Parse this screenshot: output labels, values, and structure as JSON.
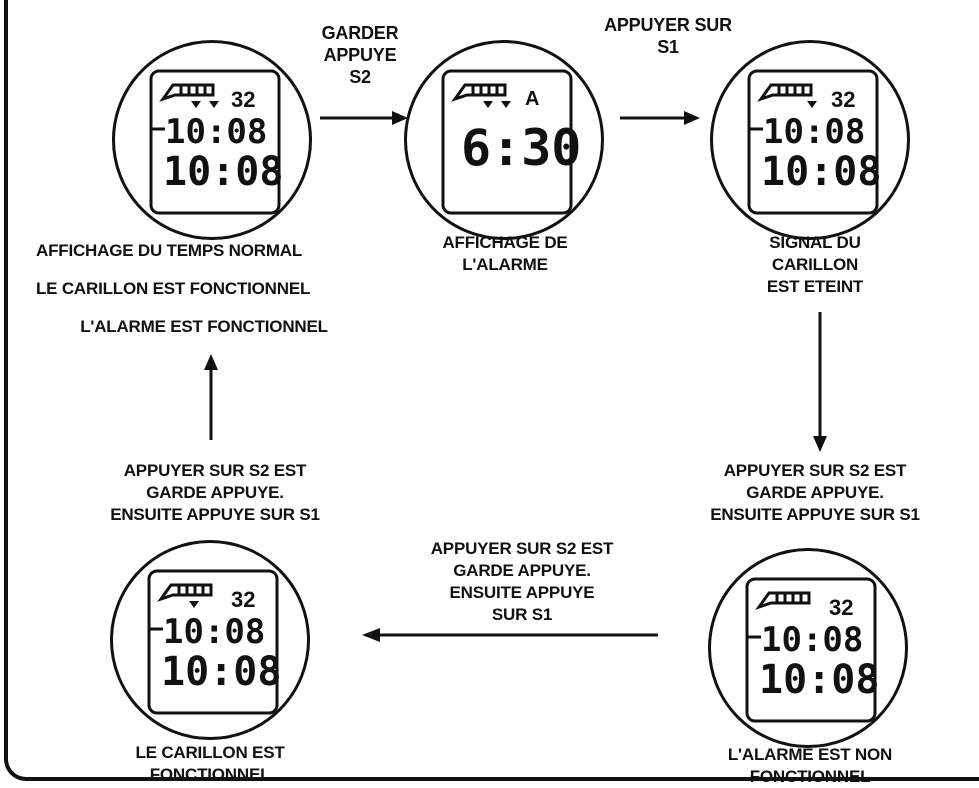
{
  "watches": [
    {
      "id": "normal",
      "digit_top": "10:08",
      "digit_bottom": "10:08",
      "badge": "32",
      "marks": 2
    },
    {
      "id": "alarm",
      "digit_top": "",
      "digit_bottom": "6:30",
      "badge": "A",
      "marks": 2
    },
    {
      "id": "chime-off",
      "digit_top": "10:08",
      "digit_bottom": "10:08",
      "badge": "32",
      "marks": 1
    },
    {
      "id": "alarm-off",
      "digit_top": "10:08",
      "digit_bottom": "10:08",
      "badge": "32",
      "marks": 0
    },
    {
      "id": "chime-on",
      "digit_top": "10:08",
      "digit_bottom": "10:08",
      "badge": "32",
      "marks": 1
    }
  ],
  "labels": {
    "normal": [
      "AFFICHAGE DU TEMPS NORMAL",
      "LE CARILLON EST FONCTIONNEL",
      "L'ALARME EST FONCTIONNEL"
    ],
    "alarm": [
      "AFFICHAGE DE",
      "L'ALARME"
    ],
    "chime_off": [
      "SIGNAL DU",
      "CARILLON",
      "EST ETEINT"
    ],
    "alarm_off": [
      "L'ALARME EST NON",
      "FONCTIONNEL"
    ],
    "chime_on": [
      "LE CARILLON EST",
      "FONCTIONNEL"
    ]
  },
  "transitions": {
    "t1": [
      "GARDER",
      "APPUYE",
      "S2"
    ],
    "t2": [
      "APPUYER SUR",
      "S1"
    ],
    "t3": [
      "APPUYER SUR S2 EST",
      "GARDE APPUYE.",
      "ENSUITE APPUYE SUR S1"
    ],
    "t4": [
      "APPUYER SUR S2 EST",
      "GARDE APPUYE.",
      "ENSUITE APPUYE",
      "SUR S1"
    ],
    "t5": [
      "APPUYER SUR S2 EST",
      "GARDE APPUYE.",
      "ENSUITE APPUYE SUR S1"
    ]
  }
}
